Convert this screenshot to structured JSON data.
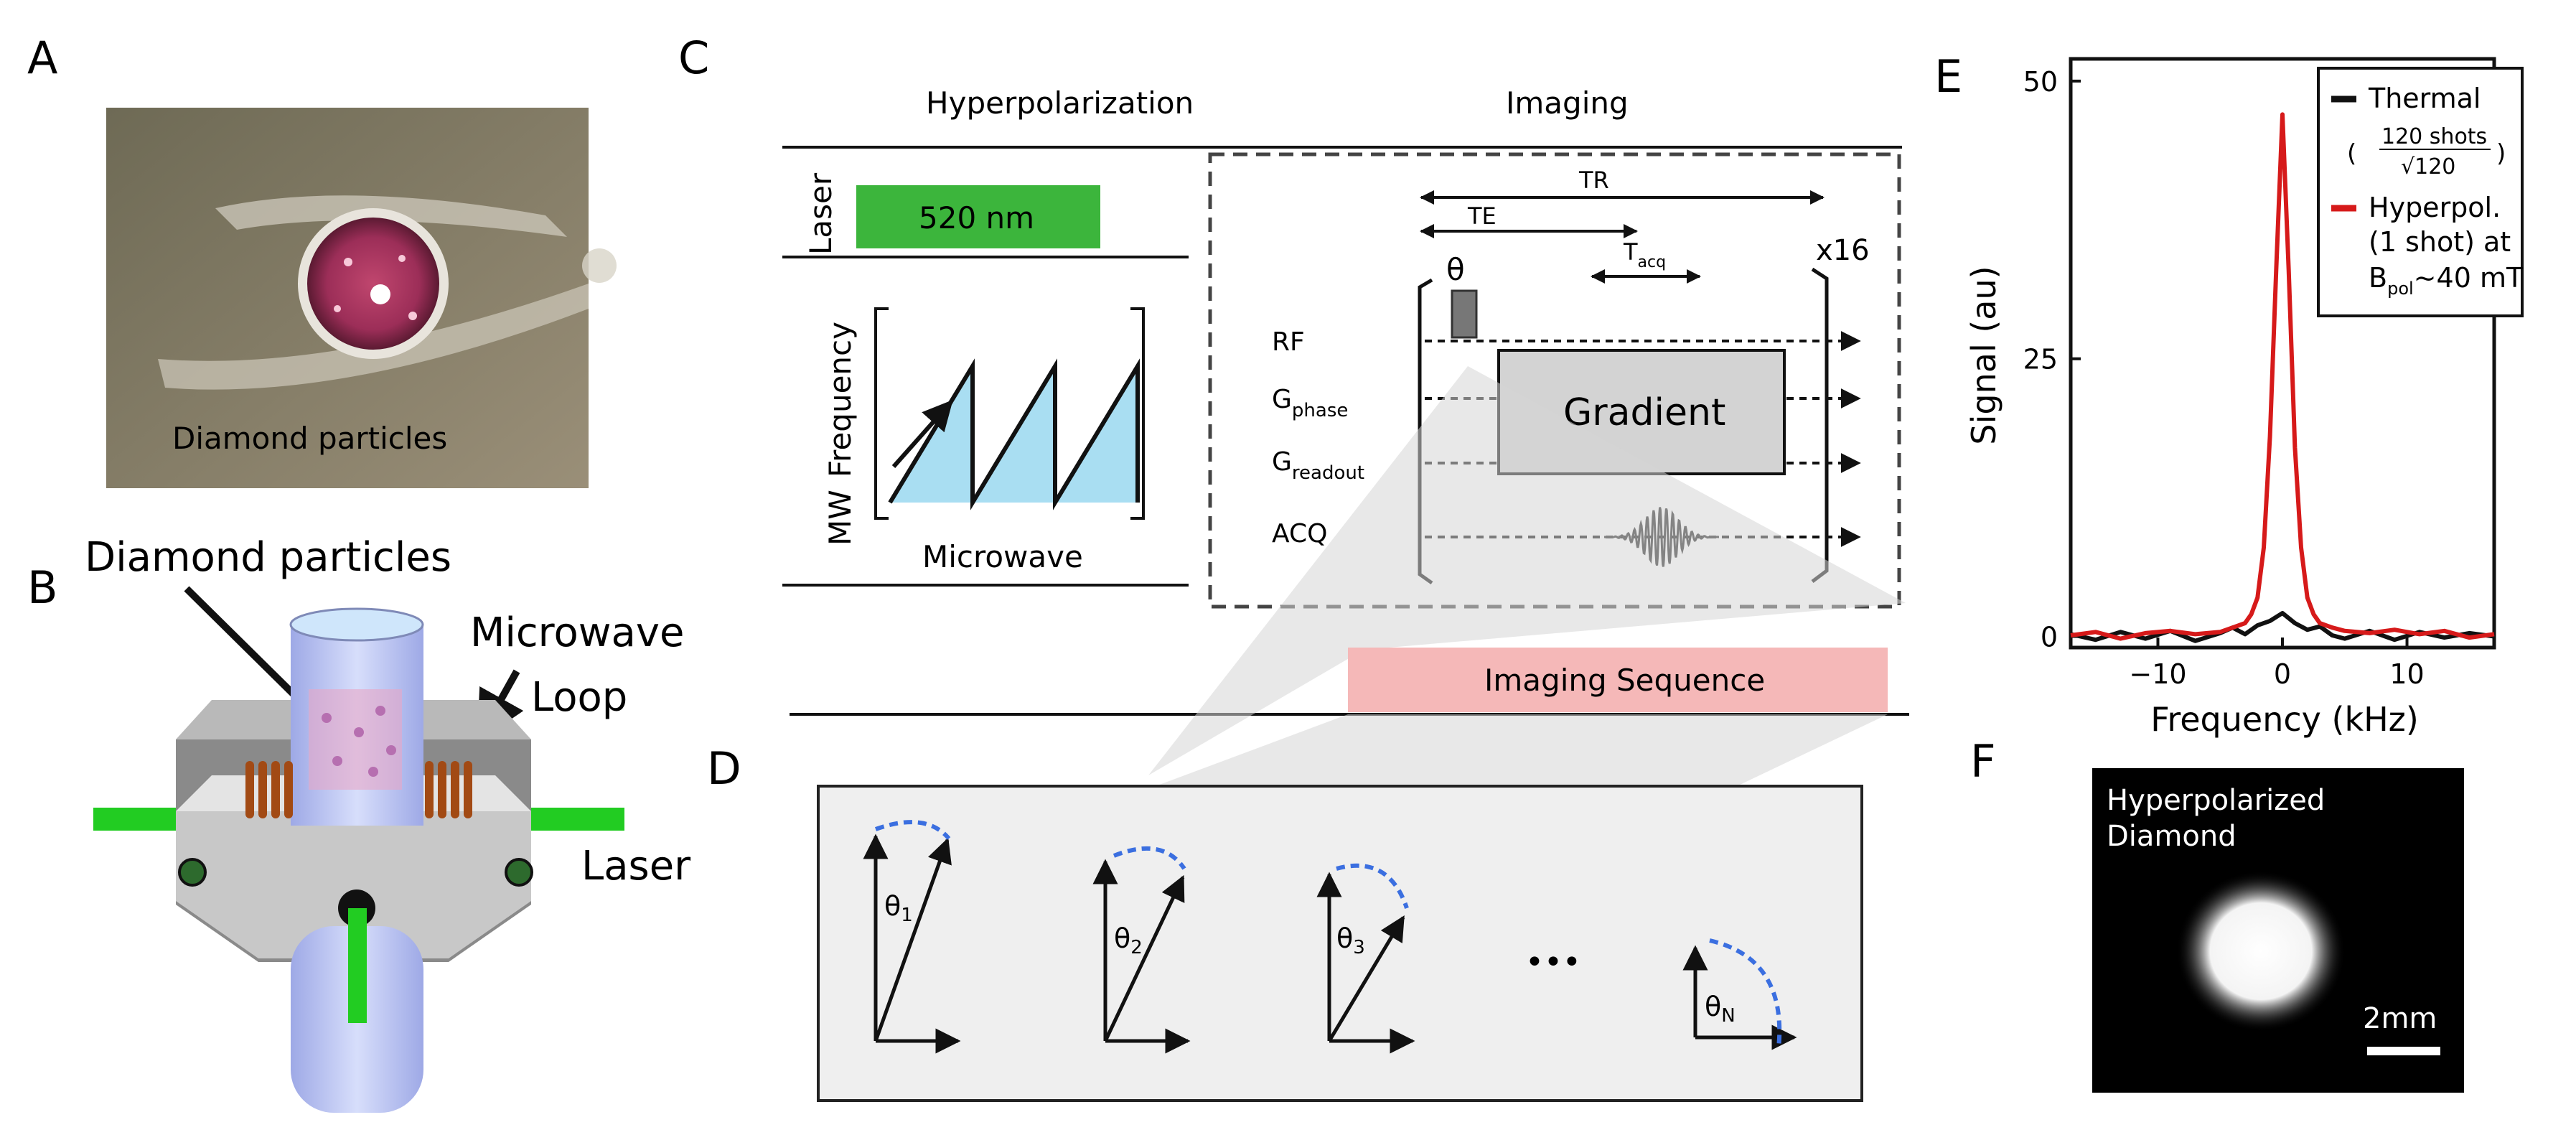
{
  "panels": {
    "A": {
      "letter": "A",
      "caption": "Diamond particles"
    },
    "B": {
      "letter": "B",
      "diamond_label": "Diamond particles",
      "microwave_label_1": "Microwave",
      "microwave_label_2": "Loop",
      "laser_label": "Laser"
    },
    "C": {
      "letter": "C",
      "header_hyperpolarization": "Hyperpolarization",
      "header_imaging": "Imaging",
      "laser_row_label": "Laser",
      "laser_wavelength": "520 nm",
      "mw_row_label_1": "MW",
      "mw_row_label_2": "Frequency",
      "microwave_caption": "Microwave",
      "tr_label": "TR",
      "te_label": "TE",
      "tacq_label": "T",
      "tacq_sub": "acq",
      "repeat_label": "x16",
      "theta_label": "θ",
      "rf_label": "RF",
      "gphase_label": "G",
      "gphase_sub": "phase",
      "greadout_label": "G",
      "greadout_sub": "readout",
      "acq_label": "ACQ",
      "gradient_box": "Gradient",
      "imaging_sequence": "Imaging Sequence"
    },
    "D": {
      "letter": "D",
      "angles": [
        {
          "base": "θ",
          "sub": "1"
        },
        {
          "base": "θ",
          "sub": "2"
        },
        {
          "base": "θ",
          "sub": "3"
        },
        {
          "base": "θ",
          "sub": "N"
        }
      ],
      "ellipsis": "•••"
    },
    "E": {
      "letter": "E"
    },
    "F": {
      "letter": "F",
      "image_label_1": "Hyperpolarized",
      "image_label_2": "Diamond",
      "scale_bar": "2mm"
    }
  },
  "colors": {
    "laser_green": "#3cb53c",
    "microwave_blue": "#a9def2",
    "sequence_pink": "#f5b8b8",
    "flip_blue": "#3b6fe0",
    "thermal": "#111111",
    "hyperpol": "#d61a1a",
    "gradient_gray": "#d3d3d3"
  },
  "chart_data": {
    "type": "line",
    "title": "",
    "xlabel": "Frequency (kHz)",
    "ylabel": "Signal (au)",
    "xlim": [
      -17,
      17
    ],
    "ylim": [
      -1,
      52
    ],
    "xticks": [
      "−10",
      "0",
      "10"
    ],
    "xtick_values": [
      -10,
      0,
      10
    ],
    "yticks": [
      "0",
      "25",
      "50"
    ],
    "ytick_values": [
      0,
      25,
      50
    ],
    "legend": {
      "placement": "top-right",
      "thermal_line1": "Thermal",
      "thermal_num": "120 shots",
      "thermal_den": "√120",
      "hyper_line1": "Hyperpol.",
      "hyper_line2": "(1 shot) at",
      "hyper_line3_b": "B",
      "hyper_line3_sub": "pol",
      "hyper_line3_rest": "~40 mT"
    },
    "series": [
      {
        "name": "Thermal",
        "color": "#111111",
        "x": [
          -17,
          -15,
          -13,
          -11,
          -9,
          -7,
          -5,
          -4,
          -3,
          -2,
          -1,
          0,
          1,
          2,
          3,
          4,
          5,
          7,
          9,
          11,
          13,
          15,
          17
        ],
        "y": [
          0.2,
          -0.3,
          0.4,
          -0.2,
          0.5,
          -0.4,
          0.3,
          0.8,
          0.2,
          1.0,
          1.4,
          2.1,
          1.2,
          0.6,
          0.9,
          0.1,
          -0.2,
          0.5,
          -0.3,
          0.4,
          -0.1,
          0.3,
          0.0
        ]
      },
      {
        "name": "Hyperpol.",
        "color": "#d61a1a",
        "x": [
          -17,
          -15,
          -13,
          -11,
          -9,
          -7,
          -5,
          -4,
          -3,
          -2.5,
          -2,
          -1.5,
          -1,
          -0.5,
          0,
          0.5,
          1,
          1.5,
          2,
          2.5,
          3,
          4,
          5,
          7,
          9,
          11,
          13,
          15,
          17
        ],
        "y": [
          0.1,
          0.4,
          -0.2,
          0.3,
          0.5,
          0.2,
          0.4,
          0.8,
          1.2,
          2.0,
          3.5,
          8.0,
          18.0,
          33.0,
          47.0,
          33.0,
          17.0,
          8.0,
          3.5,
          2.0,
          1.2,
          0.8,
          0.5,
          0.3,
          0.6,
          0.2,
          0.5,
          -0.1,
          0.2
        ]
      }
    ]
  }
}
